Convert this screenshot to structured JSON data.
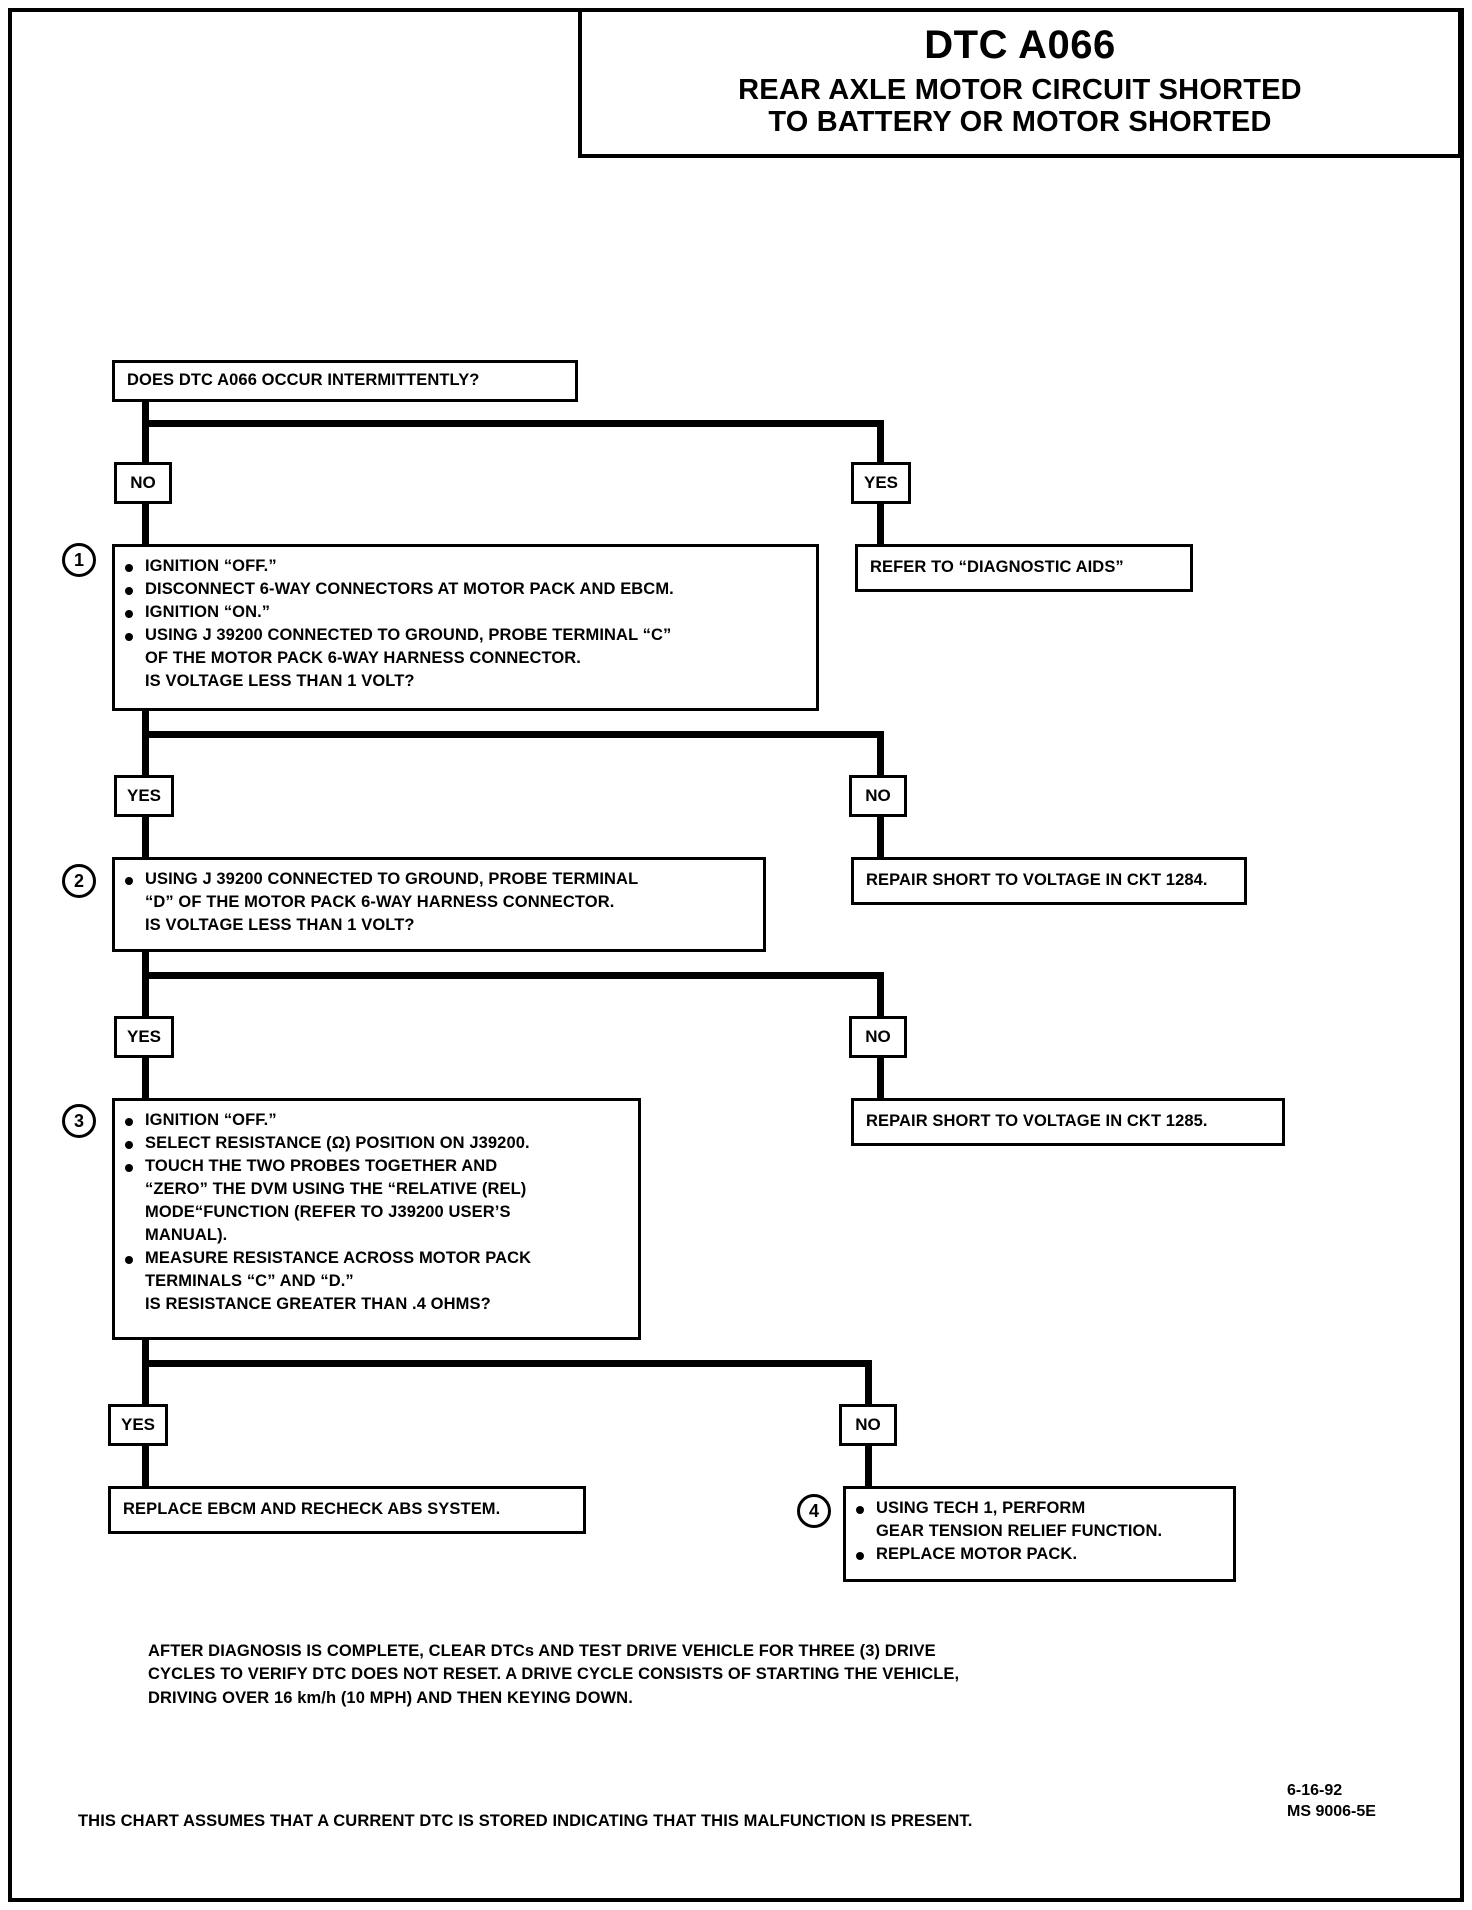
{
  "header": {
    "dtc": "DTC A066",
    "subtitle_line1": "REAR AXLE MOTOR CIRCUIT SHORTED",
    "subtitle_line2": "TO BATTERY OR MOTOR SHORTED"
  },
  "start": {
    "question": "DOES DTC A066 OCCUR INTERMITTENTLY?"
  },
  "branch_labels": {
    "no": "NO",
    "yes": "YES"
  },
  "nodes": {
    "refer_diagnostic_aids": "REFER TO “DIAGNOSTIC AIDS”",
    "repair_1284": "REPAIR SHORT TO VOLTAGE IN CKT 1284.",
    "repair_1285": "REPAIR SHORT TO VOLTAGE IN CKT 1285.",
    "replace_ebcm": "REPLACE EBCM AND RECHECK ABS SYSTEM."
  },
  "steps": [
    {
      "number": "1",
      "lines": [
        {
          "bullet": true,
          "text": "IGNITION “OFF.”"
        },
        {
          "bullet": true,
          "text": "DISCONNECT 6-WAY CONNECTORS AT MOTOR PACK AND EBCM."
        },
        {
          "bullet": true,
          "text": "IGNITION “ON.”"
        },
        {
          "bullet": true,
          "text": "USING J 39200 CONNECTED TO GROUND, PROBE TERMINAL “C”"
        },
        {
          "bullet": false,
          "text": "OF THE MOTOR PACK 6-WAY HARNESS CONNECTOR."
        },
        {
          "bullet": false,
          "text": "IS VOLTAGE LESS THAN 1 VOLT?"
        }
      ]
    },
    {
      "number": "2",
      "lines": [
        {
          "bullet": true,
          "text": "USING J 39200 CONNECTED TO GROUND, PROBE TERMINAL"
        },
        {
          "bullet": false,
          "text": "“D” OF THE MOTOR PACK 6-WAY HARNESS CONNECTOR."
        },
        {
          "bullet": false,
          "text": "IS VOLTAGE LESS THAN 1 VOLT?"
        }
      ]
    },
    {
      "number": "3",
      "lines": [
        {
          "bullet": true,
          "text": "IGNITION “OFF.”"
        },
        {
          "bullet": true,
          "text": "SELECT RESISTANCE (Ω) POSITION ON J39200."
        },
        {
          "bullet": true,
          "text": "TOUCH THE TWO PROBES TOGETHER AND"
        },
        {
          "bullet": false,
          "text": "“ZERO” THE DVM USING THE “RELATIVE (REL)"
        },
        {
          "bullet": false,
          "text": "MODE“FUNCTION (REFER TO J39200 USER’S"
        },
        {
          "bullet": false,
          "text": "MANUAL)."
        },
        {
          "bullet": true,
          "text": "MEASURE RESISTANCE ACROSS MOTOR PACK"
        },
        {
          "bullet": false,
          "text": "TERMINALS “C” AND “D.”"
        },
        {
          "bullet": false,
          "text": "IS RESISTANCE GREATER THAN .4 OHMS?"
        }
      ]
    },
    {
      "number": "4",
      "lines": [
        {
          "bullet": true,
          "text": "USING TECH 1, PERFORM"
        },
        {
          "bullet": false,
          "text": "GEAR TENSION RELIEF FUNCTION."
        },
        {
          "bullet": true,
          "text": "REPLACE MOTOR PACK."
        }
      ]
    }
  ],
  "footer": {
    "note_line1": "AFTER DIAGNOSIS IS COMPLETE, CLEAR DTCs AND TEST DRIVE VEHICLE FOR THREE (3) DRIVE",
    "note_line2": "CYCLES TO VERIFY DTC DOES NOT RESET.  A DRIVE CYCLE CONSISTS OF STARTING THE  VEHICLE,",
    "note_line3": "DRIVING OVER 16 km/h (10 MPH) AND THEN KEYING DOWN.",
    "assumption": "THIS CHART ASSUMES THAT A CURRENT DTC IS STORED INDICATING THAT THIS MALFUNCTION IS PRESENT.",
    "date": "6-16-92",
    "doc_id": "MS 9006-5E"
  }
}
